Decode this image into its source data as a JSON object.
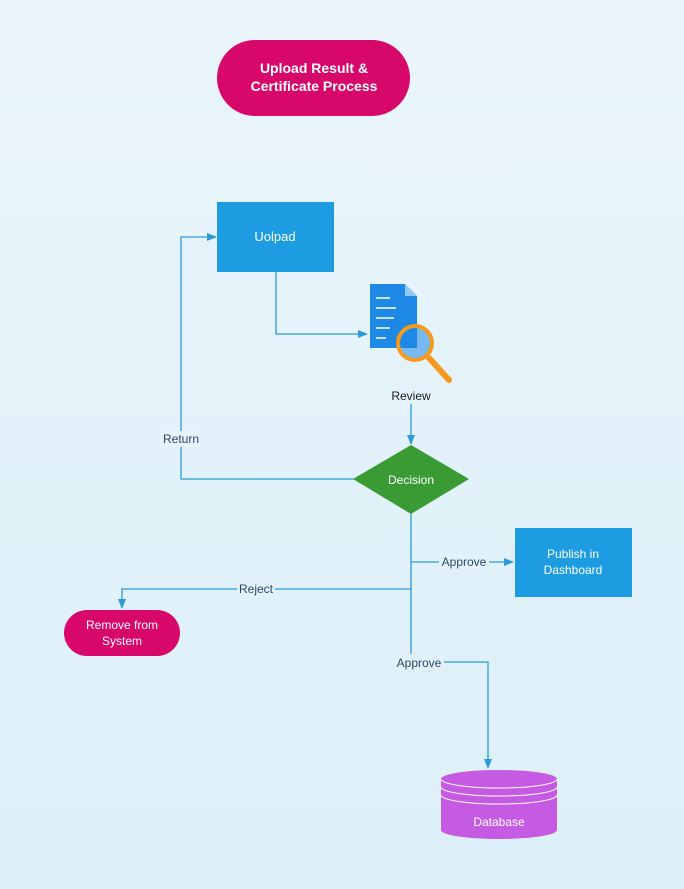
{
  "title": {
    "line1": "Upload Result &",
    "line2": "Certificate Process"
  },
  "nodes": {
    "upload": "Uolpad",
    "review": "Review",
    "decision": "Decision",
    "publish": {
      "line1": "Publish in",
      "line2": "Dashboard"
    },
    "remove": {
      "line1": "Remove from",
      "line2": "System"
    },
    "database": "Database"
  },
  "edges": {
    "return": "Return",
    "approve_publish": "Approve",
    "reject": "Reject",
    "approve_database": "Approve"
  },
  "colors": {
    "magenta": "#d8076a",
    "blue": "#1d9ce2",
    "green": "#3a9b35",
    "purple": "#c55be3",
    "connector": "#2a9bd6",
    "doc": "#1e88e5",
    "magnifier": "#f59a1d"
  },
  "icons": {
    "review": "document-magnifier-icon"
  }
}
